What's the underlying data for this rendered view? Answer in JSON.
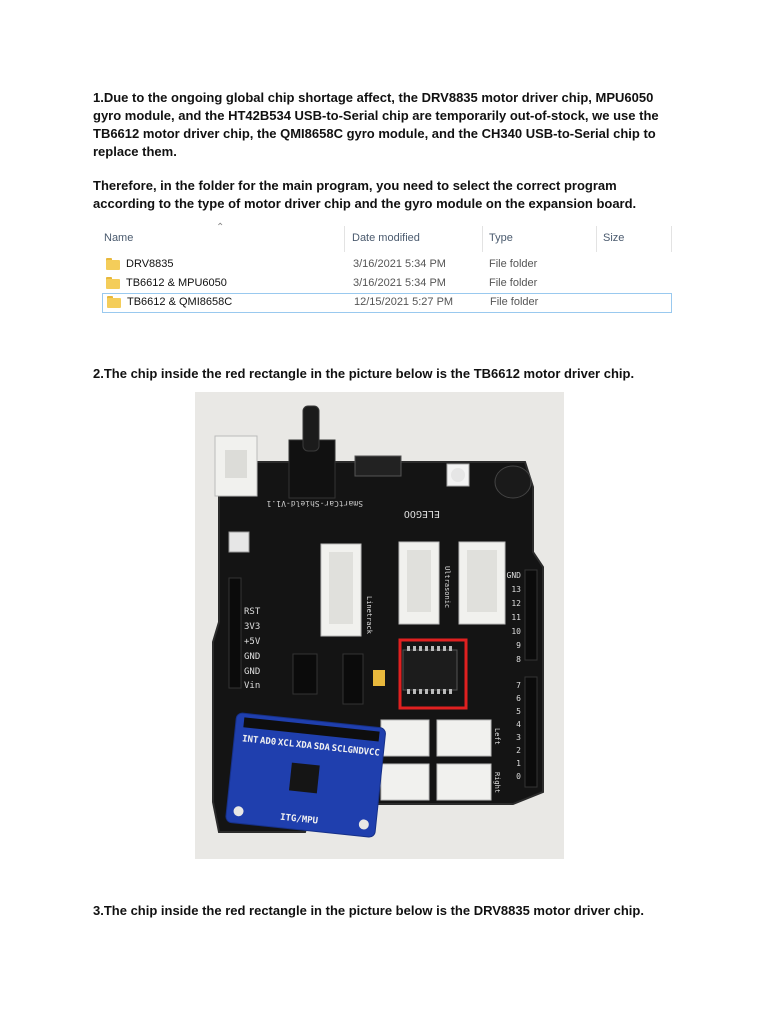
{
  "paragraphs": {
    "p1": "1.Due to the ongoing global chip shortage affect, the DRV8835 motor driver chip, MPU6050 gyro module, and the HT42B534 USB-to-Serial chip are temporarily out-of-stock, we use the TB6612 motor driver chip, the QMI8658C gyro module, and the CH340 USB-to-Serial chip to replace them.",
    "p2": "Therefore, in the folder for the main program, you need to select the correct program according to the type of motor driver chip and the gyro module on the expansion board.",
    "p3": "2.The chip inside the red rectangle in the picture below is the TB6612 motor driver chip.",
    "p4": "3.The chip inside the red rectangle in the picture below is the DRV8835 motor driver chip."
  },
  "explorer": {
    "headers": {
      "name": "Name",
      "date": "Date modified",
      "type": "Type",
      "size": "Size"
    },
    "rows": [
      {
        "name": "DRV8835",
        "date": "3/16/2021 5:34 PM",
        "type": "File folder"
      },
      {
        "name": "TB6612 & MPU6050",
        "date": "3/16/2021 5:34 PM",
        "type": "File folder"
      },
      {
        "name": "TB6612 & QMI8658C",
        "date": "12/15/2021 5:27 PM",
        "type": "File folder"
      }
    ]
  },
  "board": {
    "brand": "ELEGOO",
    "shield_name": "SmartCar-Shield-V1.1",
    "module_label": "ITG/MPU",
    "power_pins": [
      "RST",
      "3V3",
      "+5V",
      "GND",
      "GND",
      "Vin"
    ],
    "digital_pins": [
      "GND",
      "13",
      "12",
      "11",
      "10",
      "9",
      "8"
    ],
    "digital_pins_2": [
      "7",
      "6",
      "5",
      "4",
      "3",
      "2",
      "1",
      "0"
    ],
    "module_pins": [
      "INT",
      "AD0",
      "XCL",
      "XDA",
      "SDA",
      "SCL",
      "GND",
      "VCC"
    ],
    "connectors": [
      "Linetrack",
      "Ultrasonic",
      "Left",
      "Right"
    ],
    "colors": {
      "board": "#141414",
      "module": "#1f3fae",
      "highlight": "#e02020",
      "connector": "#f1f1ee"
    }
  }
}
